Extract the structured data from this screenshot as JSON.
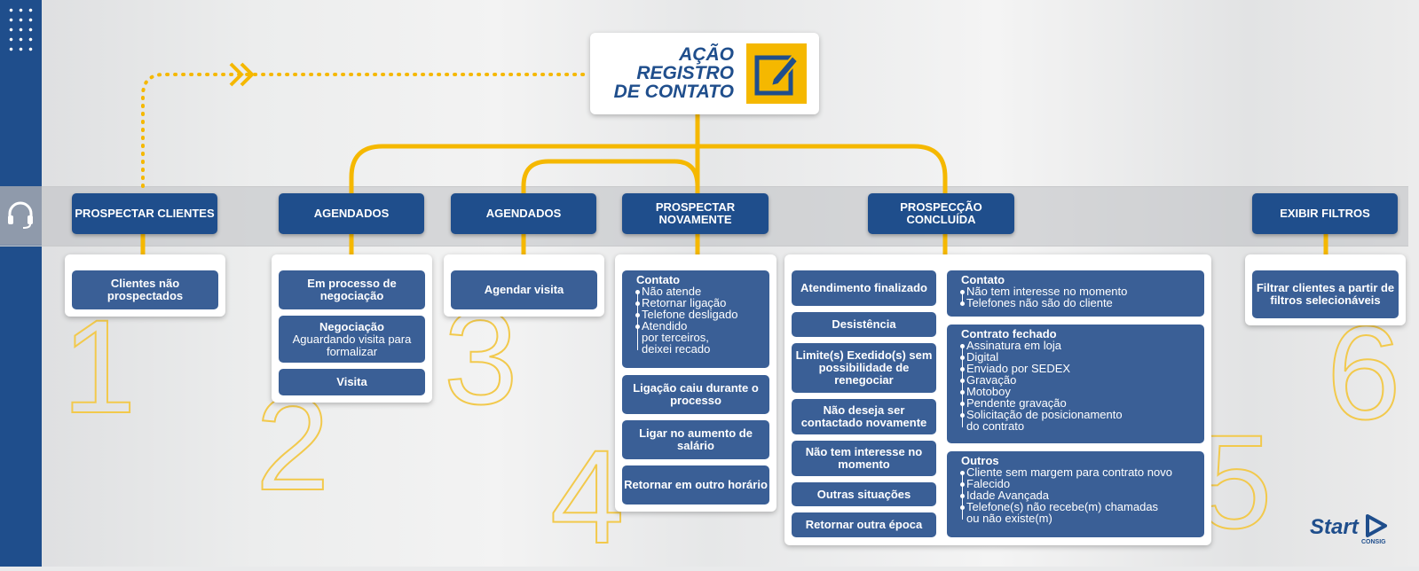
{
  "header": {
    "title_lines": [
      "AÇÃO",
      "REGISTRO",
      "DE CONTATO"
    ],
    "icon": "edit-note-icon"
  },
  "colors": {
    "primary": "#1f4e8c",
    "box": "#3a5f96",
    "accent": "#f5b800",
    "number_outline": "#f2c94c"
  },
  "categories": [
    {
      "label": "PROSPECTAR CLIENTES",
      "number": "1",
      "items": [
        {
          "label": "Clientes não prospectados"
        }
      ]
    },
    {
      "label": "AGENDADOS",
      "number": "2",
      "items": [
        {
          "label": "Em processo de negociação"
        },
        {
          "label": "Negociação",
          "sub": "Aguardando visita para formalizar"
        },
        {
          "label": "Visita"
        }
      ]
    },
    {
      "label": "AGENDADOS",
      "number": "3",
      "items": [
        {
          "label": "Agendar visita"
        }
      ]
    },
    {
      "label": "PROSPECTAR NOVAMENTE",
      "number": "4",
      "items": [
        {
          "label": "Contato",
          "list": [
            "Não atende",
            "Retornar ligação",
            "Telefone desligado",
            "Atendido",
            "por terceiros,",
            "deixei recado"
          ]
        },
        {
          "label": "Ligação caiu durante o processo"
        },
        {
          "label": "Ligar no aumento de salário"
        },
        {
          "label": "Retornar em outro horário"
        }
      ]
    },
    {
      "label": "PROSPECÇÃO CONCLUÍDA",
      "number": "5",
      "items_left": [
        {
          "label": "Atendimento finalizado"
        },
        {
          "label": "Desistência"
        },
        {
          "label": "Limite(s) Exedido(s) sem possibilidade de renegociar"
        },
        {
          "label": "Não deseja ser contactado novamente"
        },
        {
          "label": "Não tem interesse no momento"
        },
        {
          "label": "Outras situações"
        },
        {
          "label": "Retornar outra época"
        }
      ],
      "items_right": [
        {
          "label": "Contato",
          "list": [
            "Não tem interesse no momento",
            "Telefones não são do cliente"
          ]
        },
        {
          "label": "Contrato fechado",
          "list": [
            "Assinatura em loja",
            "Digital",
            "Enviado por SEDEX",
            "Gravação",
            "Motoboy",
            "Pendente gravação",
            "Solicitação de posicionamento",
            "do contrato"
          ]
        },
        {
          "label": "Outros",
          "list": [
            "Cliente sem margem para contrato novo",
            "Falecido",
            "Idade Avançada",
            "Telefone(s) não recebe(m) chamadas",
            "ou não existe(m)"
          ]
        }
      ]
    },
    {
      "label": "EXIBIR FILTROS",
      "number": "6",
      "items": [
        {
          "label": "Filtrar clientes a partir de filtros selecionáveis"
        }
      ]
    }
  ],
  "logo": {
    "name": "Start",
    "sub": "CONSIG"
  }
}
